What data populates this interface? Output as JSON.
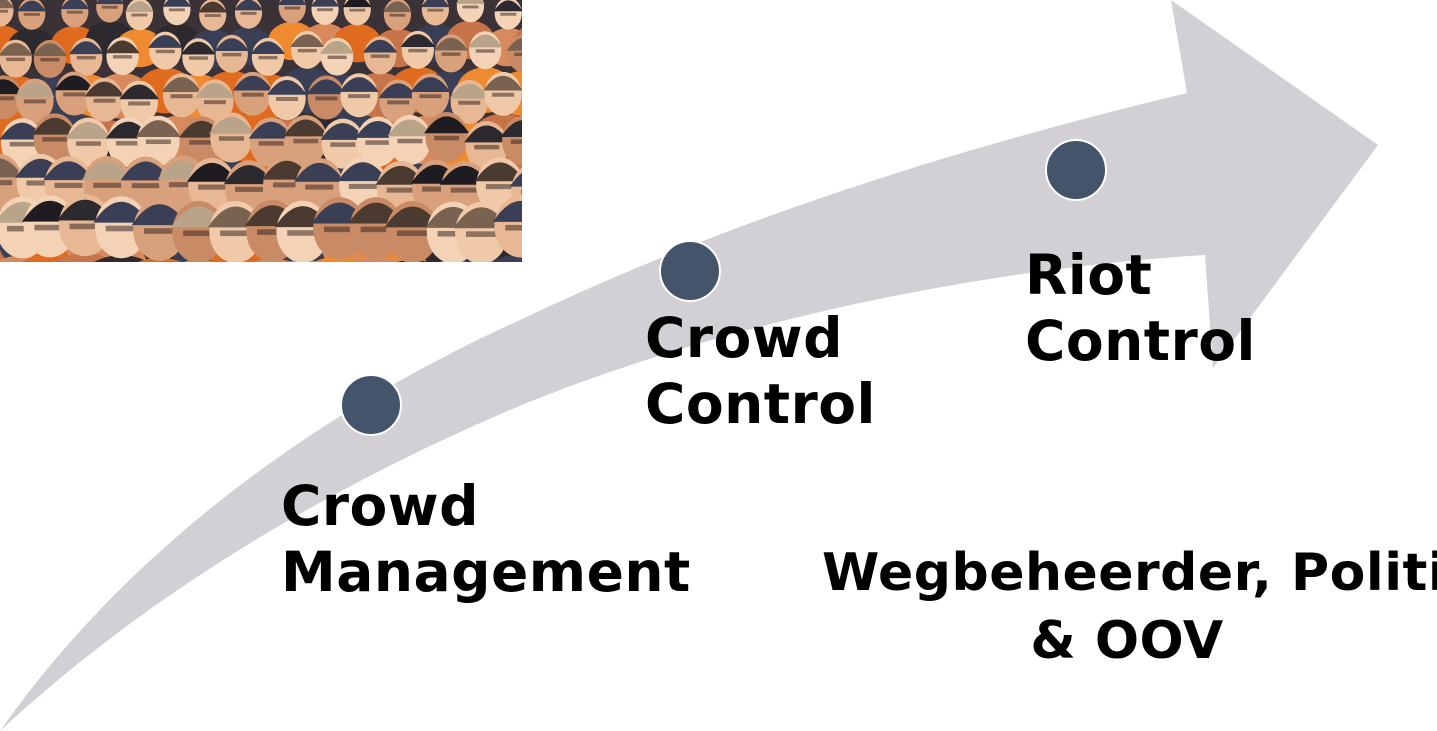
{
  "diagram": {
    "arrow_color": "#d2d0d4",
    "node_color": "#44546a",
    "node_outline": "#ffffff",
    "text_color": "#000000",
    "stages": [
      {
        "line1": "Crowd",
        "line2": "Management"
      },
      {
        "line1": "Crowd",
        "line2": "Control"
      },
      {
        "line1": "Riot",
        "line2": "Control"
      }
    ],
    "stakeholders": {
      "line1": "Wegbeheerder, Politie",
      "line2": "& OOV"
    }
  },
  "photo": {
    "subject": "crowd of people",
    "palette": [
      "#2c2a2e",
      "#d88a5c",
      "#c8744a",
      "#e06a1e",
      "#3a3f55",
      "#f0c9a8"
    ]
  }
}
